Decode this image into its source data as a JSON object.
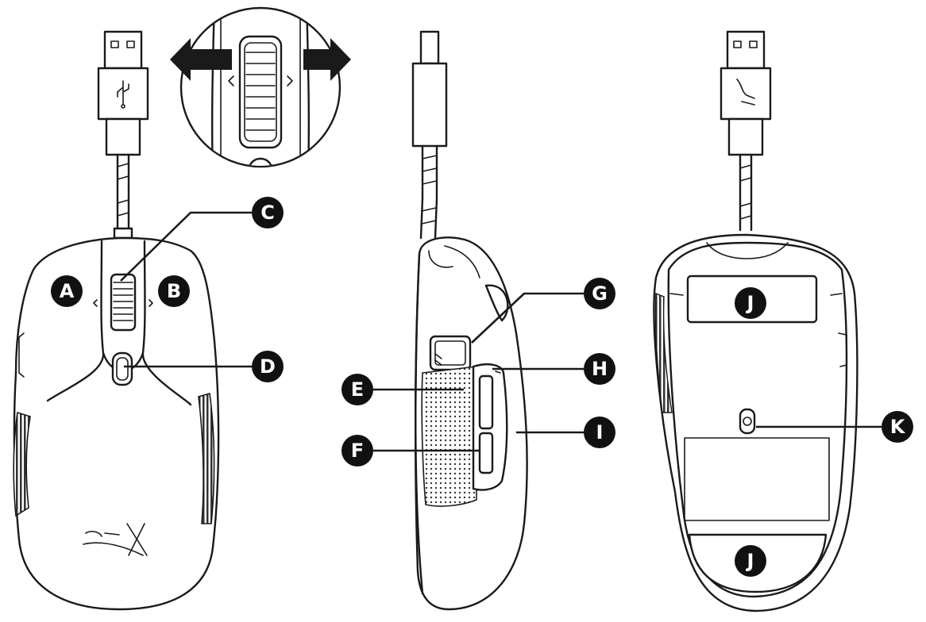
{
  "callouts": {
    "A": "A",
    "B": "B",
    "C": "C",
    "D": "D",
    "E": "E",
    "F": "F",
    "G": "G",
    "H": "H",
    "I": "I",
    "J": "J",
    "K": "K"
  },
  "icons": [
    "usb-plug-icon",
    "arrow-left-icon",
    "arrow-right-icon",
    "scroll-wheel-icon"
  ]
}
